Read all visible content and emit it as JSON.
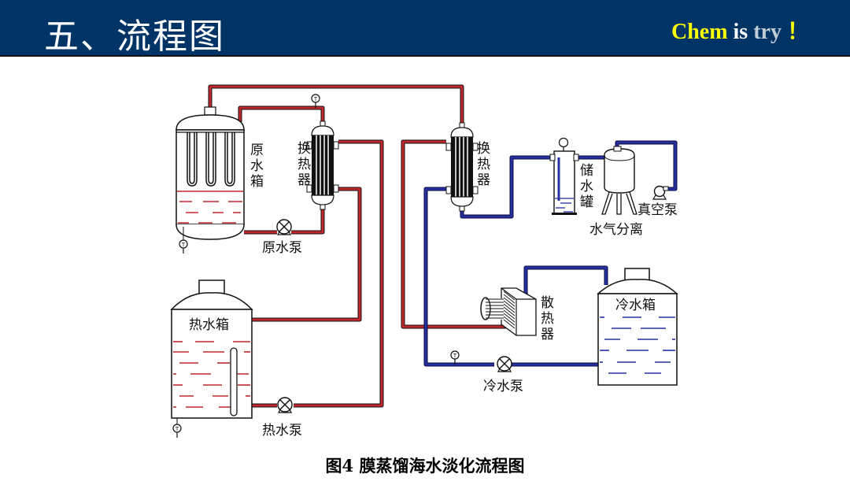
{
  "header": {
    "title": "五、流程图",
    "motto": {
      "part1": "Chem",
      "part2": "is",
      "part3": "try",
      "part4": "！"
    },
    "background": "#003366"
  },
  "diagram": {
    "colors": {
      "hot_pipe": "#c0282d",
      "cold_pipe": "#1f2a9a",
      "outline": "#111111"
    },
    "labels": {
      "raw_tank": [
        "原",
        "水",
        "箱"
      ],
      "hx1": [
        "换",
        "热",
        "器"
      ],
      "raw_pump": "原水泵",
      "hot_tank": "热水箱",
      "hot_pump": "热水泵",
      "hx2": [
        "换",
        "热",
        "器"
      ],
      "storage": [
        "储",
        "水",
        "罐"
      ],
      "separator": "水气分离",
      "vacuum_pump": "真空泵",
      "radiator": [
        "散",
        "热",
        "器"
      ],
      "cold_tank": "冷水箱",
      "cold_pump": "冷水泵"
    },
    "gauge_symbol": "T"
  },
  "caption": "图4 膜蒸馏海水淡化流程图"
}
